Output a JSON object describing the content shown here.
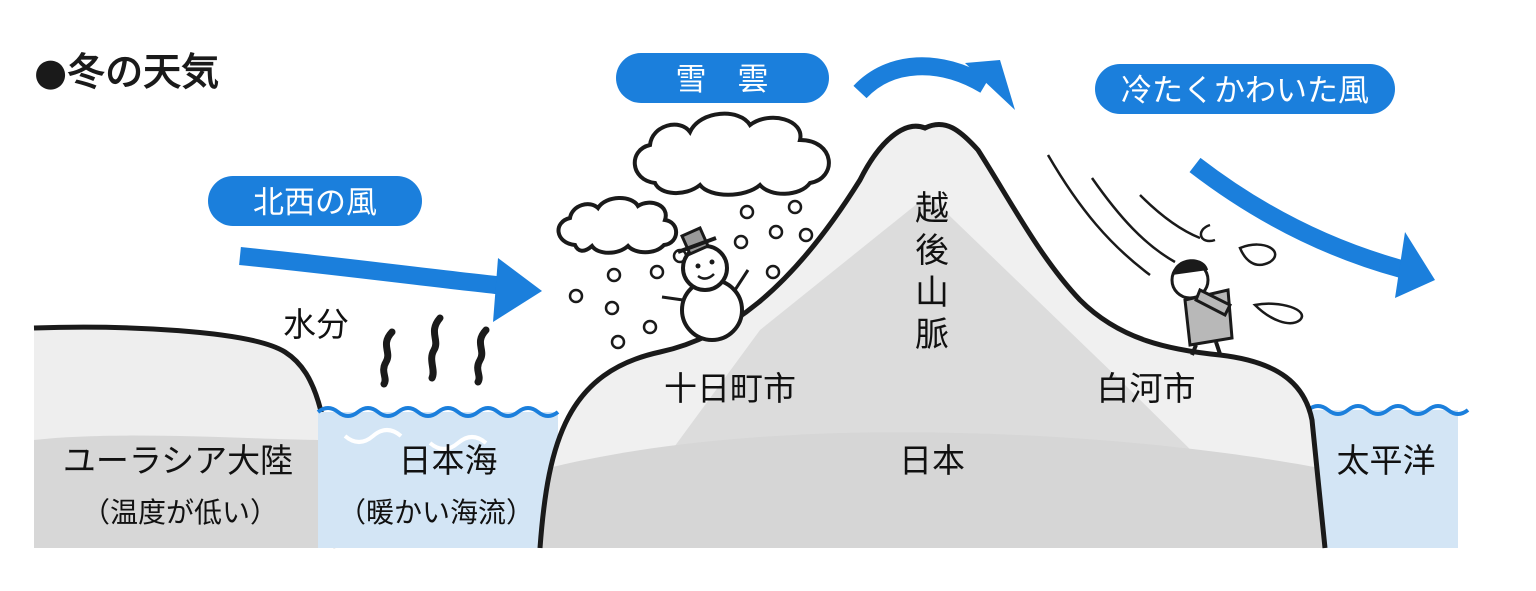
{
  "title": "●冬の天気",
  "pills": {
    "snow_cloud": "雪　雲",
    "northwest_wind": "北西の風",
    "cold_dry_wind": "冷たくかわいた風"
  },
  "labels": {
    "moisture": "水分",
    "eurasia": "ユーラシア大陸",
    "eurasia_note": "（温度が低い）",
    "sea_of_japan": "日本海",
    "sea_of_japan_note": "（暖かい海流）",
    "tokamachi": "十日町市",
    "echigo_mountains": [
      "越",
      "後",
      "山",
      "脈"
    ],
    "shirakawa": "白河市",
    "japan": "日本",
    "pacific": "太平洋"
  },
  "colors": {
    "accent_blue": "#1b7fdc",
    "sea": "#d3e5f5",
    "wave": "#1b7fdc",
    "land_light": "#eeeeee",
    "land_dark": "#d8d8d8",
    "mountain": "#dedede",
    "outline": "#1a1a1a"
  }
}
